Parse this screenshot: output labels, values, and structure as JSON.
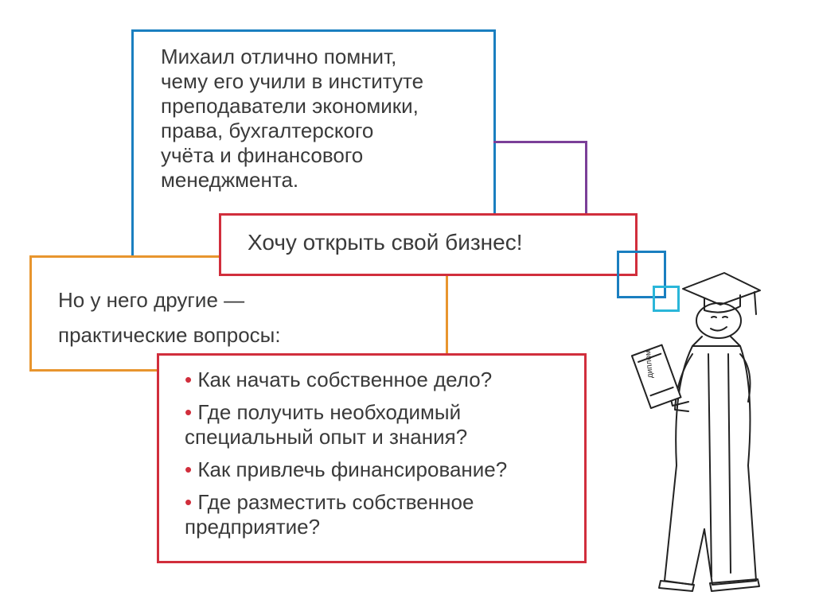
{
  "memory_text": "Михаил отлично помнит, чему его учили в институте преподаватели экономики, права, бухгалтерского учёта и финансового менеджмента.",
  "memory_lines": [
    "Михаил отлично помнит,",
    "чему его учили в институте",
    "преподаватели экономики,",
    "права, бухгалтерского",
    "учёта и финансового",
    "менеджмента."
  ],
  "headline": "Хочу открыть свой бизнес!",
  "intro_lines": [
    "Но у него другие —",
    "практические вопросы:"
  ],
  "bullet_symbol": "•",
  "questions": [
    {
      "lines": [
        "Как начать собственное дело?"
      ]
    },
    {
      "lines": [
        "Где получить необходимый",
        "специальный опыт и знания?"
      ]
    },
    {
      "lines": [
        "Как привлечь финансирование?"
      ]
    },
    {
      "lines": [
        "Где разместить собственное",
        "предприятие?"
      ]
    }
  ],
  "diploma_label": "диплом",
  "colors": {
    "blue": "#1a7fc0",
    "purple": "#7b3f98",
    "red": "#d12e3c",
    "orange": "#e8952e",
    "cyan": "#2ab6d9"
  }
}
